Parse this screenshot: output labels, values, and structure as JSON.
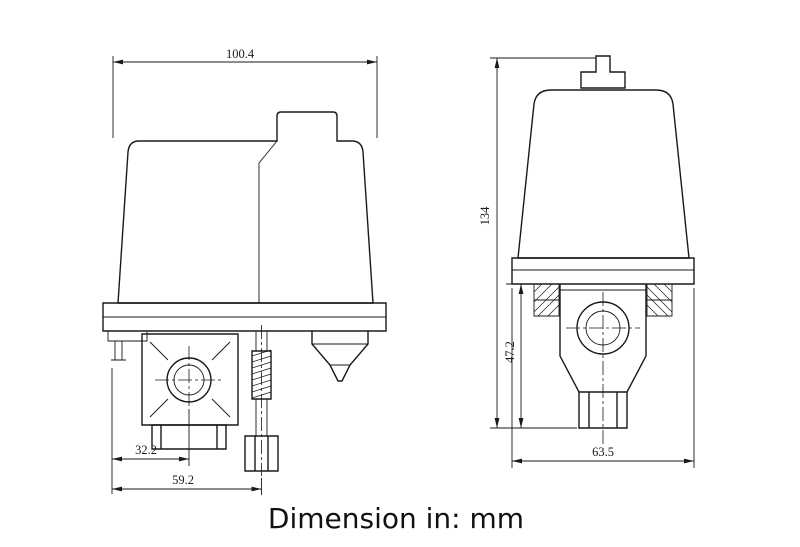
{
  "caption": "Dimension in: mm",
  "drawing": {
    "unit": "mm",
    "line_color": "#1a1a1a",
    "background": "#ffffff",
    "dims": {
      "side_cover_width": "100.4",
      "side_port_offset": "32.2",
      "side_rod_offset": "59.2",
      "front_overall_height": "134",
      "front_body_height": "47.2",
      "front_base_width": "63.5"
    }
  }
}
